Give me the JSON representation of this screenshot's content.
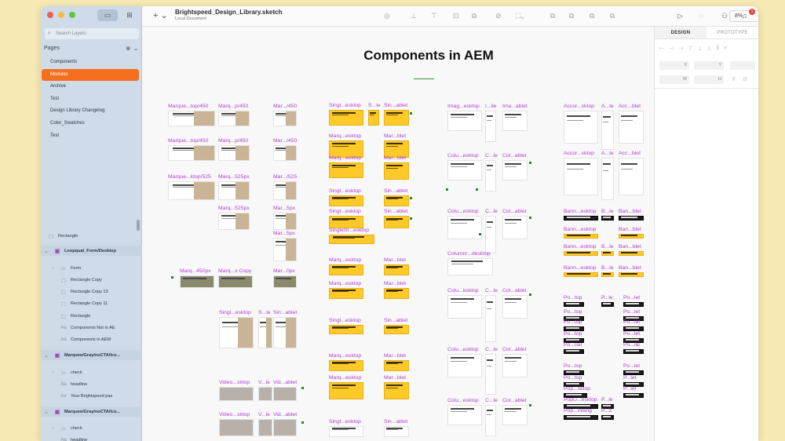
{
  "window": {
    "title": "Brightspeed_Design_Library.sketch",
    "subtitle": "Local Document"
  },
  "sidebar": {
    "search_placeholder": "Search Layers",
    "pages_header": "Pages",
    "pages": [
      "Components",
      "Modules",
      "Archive",
      "Test",
      "Design Library Changelog",
      "Color_Swatches",
      "Test"
    ],
    "selected_page": "Modules",
    "layers": [
      {
        "label": "Rectangle",
        "icon": "rectangle-icon",
        "indent": 2
      },
      {
        "label": "Loopqual_Form/Desktop",
        "icon": "artboard-icon",
        "group": true
      },
      {
        "label": "Form",
        "icon": "folder-icon",
        "indent": 3
      },
      {
        "label": "Rectangle Copy",
        "icon": "rectangle-icon",
        "indent": 3
      },
      {
        "label": "Rectangle Copy 13",
        "icon": "rectangle-icon",
        "indent": 3
      },
      {
        "label": "Rectangle Copy 11",
        "icon": "rectangle-icon",
        "indent": 3
      },
      {
        "label": "Rectangle",
        "icon": "rectangle-icon",
        "indent": 3
      },
      {
        "label": "Components Not in AE",
        "icon": "text-icon",
        "indent": 3
      },
      {
        "label": "Components in AEM",
        "icon": "text-icon",
        "indent": 3
      },
      {
        "label": "Marquee/Gray/noCTA/Ico...",
        "icon": "artboard-icon",
        "group": true
      },
      {
        "label": "check",
        "icon": "folder-icon",
        "indent": 3
      },
      {
        "label": "headline",
        "icon": "text-icon",
        "indent": 3
      },
      {
        "label": "Your Brightspeed pas",
        "icon": "text-icon",
        "indent": 3
      },
      {
        "label": "Marquee/Gray/noCTA/Ico...",
        "icon": "artboard-icon",
        "group": true
      },
      {
        "label": "check",
        "icon": "folder-icon",
        "indent": 3
      },
      {
        "label": "headline",
        "icon": "text-icon",
        "indent": 3
      }
    ]
  },
  "toolbar": {
    "zoom": "8%",
    "notifications": "1"
  },
  "inspector": {
    "tabs": [
      "DESIGN",
      "PROTOTYPE"
    ],
    "fields": {
      "x": "X",
      "y": "Y",
      "w": "W",
      "h": "H"
    }
  },
  "canvas": {
    "title": "Components in AEM",
    "labels": [
      "Marque...top/450",
      "Marq...p/450",
      "Mar.../450",
      "Marque...top/450",
      "Marq...p/450",
      "Mar.../450",
      "Marque...ktop/525",
      "Marq...525px",
      "Mar.../525",
      "Marq...525px",
      "Mar...5px",
      "Mar...5px",
      "Marq...450px",
      "Marq...x Copy",
      "Mar...0px",
      "Singl...esktop",
      "S...le",
      "Sin...ablet",
      "Video...sktop",
      "V...le",
      "Vid...ablet",
      "Video...sktop",
      "V...le",
      "Vid...ablet",
      "Singl...esktop",
      "S...le",
      "Sin...ablet",
      "Marq...esktop",
      "Mar...blet",
      "Marq...esktop",
      "Mar...blet",
      "Singl...esktop",
      "Sin...ablet",
      "Singl...esktop",
      "Sin...ablet",
      "SingleSt...esktop",
      "Marq...esktop",
      "Mar...blet",
      "Marq...esktop",
      "Mar...blet",
      "Singl...esktop",
      "Sin...ablet",
      "Marq...esktop",
      "Mar...blet",
      "Marq...esktop",
      "Mar...blet",
      "Singl...esktop",
      "Sin...ablet",
      "Imag...esktop",
      "I...ile",
      "Ima...ablet",
      "Colu...esktop",
      "C...le",
      "Col...ablet",
      "Colu...esktop",
      "C...le",
      "Col...ablet",
      "Column/...desktop",
      "Colu...esktop",
      "C...le",
      "Col...ablet",
      "Colu...esktop",
      "C...le",
      "Col...ablet",
      "Colu...esktop",
      "C...le",
      "Col...ablet",
      "Accor...sktop",
      "A...le",
      "Acc...blet",
      "Accor...sktop",
      "A...le",
      "Acc...blet",
      "Bann...esktop",
      "B...le",
      "Ban...blet",
      "Bann...esktop",
      "Ban...blet",
      "Bann...esktop",
      "B...le",
      "Ban...blet",
      "Bann...esktop",
      "B...le",
      "Ban...blet",
      "Po...top",
      "P...le",
      "Po...let",
      "Po...top",
      "Po...let",
      "Po...top",
      "Po...let",
      "Po...top",
      "Po...let",
      "Po...ual",
      "Po...ial",
      "Po...top",
      "Po...let",
      "Po...top",
      "P...let",
      "Pop...sktop",
      "P...let",
      "PopU...esktop",
      "P...le",
      "Pop...inding",
      "P...3"
    ]
  }
}
